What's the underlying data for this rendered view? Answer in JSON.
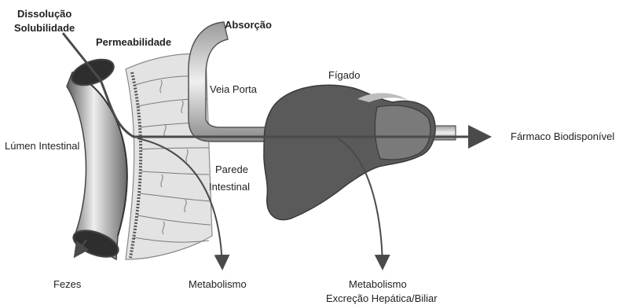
{
  "labels": {
    "dissolution": "Dissolução",
    "solubility": "Solubilidade",
    "permeability": "Permeabilidade",
    "absorption": "Absorção",
    "portal_vein": "Veia Porta",
    "liver": "Fígado",
    "intestinal_lumen": "Lúmen Intestinal",
    "intestinal_wall_1": "Parede",
    "intestinal_wall_2": "Intestinal",
    "bioavailable_drug": "Fármaco Biodisponível",
    "feces": "Fezes",
    "metabolism_gut": "Metabolismo",
    "metabolism_liver": "Metabolismo",
    "hepatic_excretion": "Excreção Hepática/Biliar"
  },
  "colors": {
    "tube_dark": "#6e6e6e",
    "tube_light": "#d8d8d8",
    "liver": "#5a5a5a",
    "wall_cells": "#e3e3e3",
    "arrow": "#4a4a4a"
  }
}
